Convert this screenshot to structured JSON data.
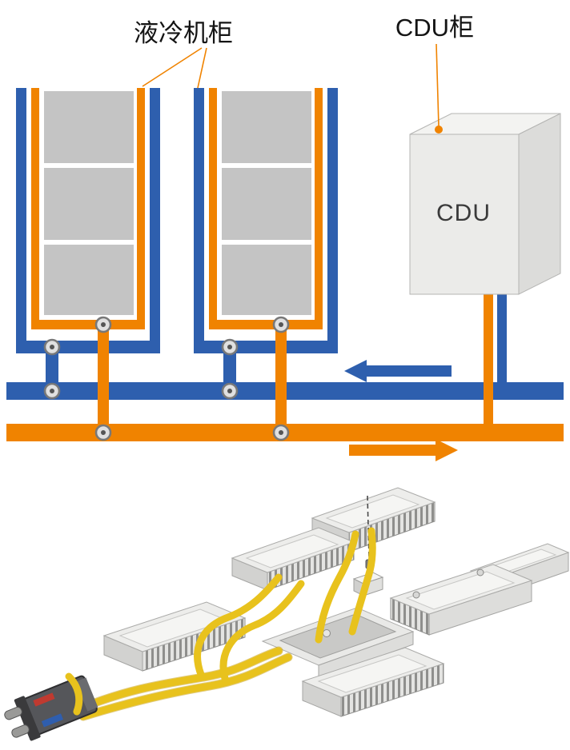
{
  "diagram": {
    "labels": {
      "liquid_cooling_cabinet": "液冷机柜",
      "cdu_cabinet": "CDU柜",
      "cdu_unit": "CDU"
    },
    "colors": {
      "return_pipe_blue": "#2e5fae",
      "supply_pipe_orange": "#f08300",
      "cabinet_server_gray": "#c4c4c4",
      "cdu_body_gray": "#ebebe9",
      "tube_yellow": "#e8c21d"
    },
    "flow": {
      "blue_arrow_direction": "left",
      "orange_arrow_direction": "right"
    }
  }
}
